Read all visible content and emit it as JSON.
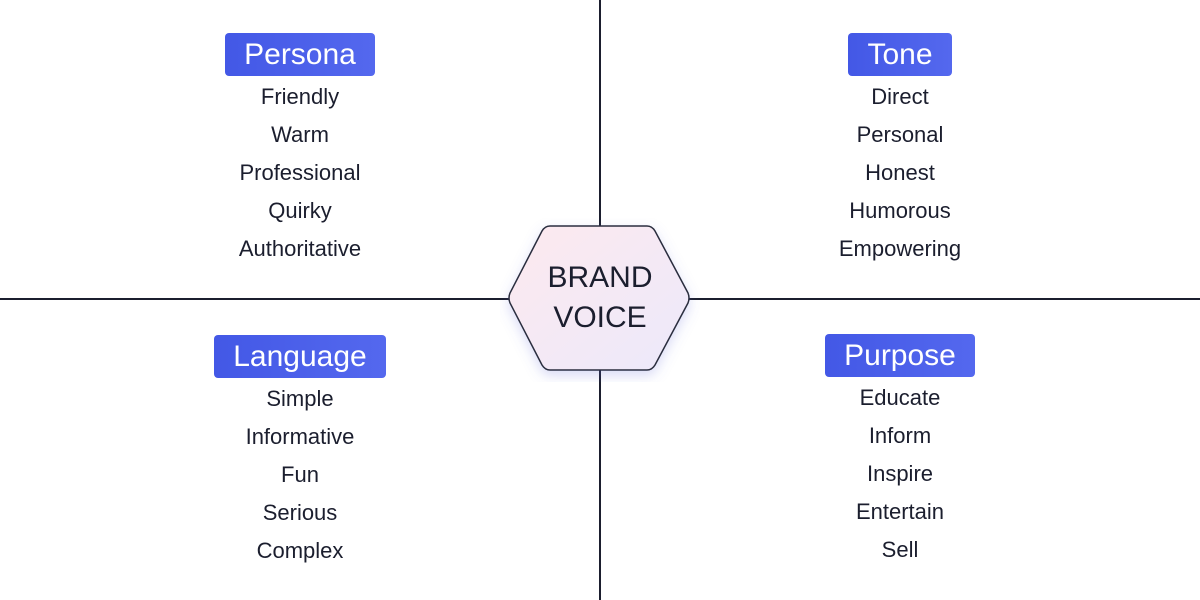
{
  "center": {
    "line1": "BRAND",
    "line2": "VOICE"
  },
  "quadrants": [
    {
      "title": "Persona",
      "items": [
        "Friendly",
        "Warm",
        "Professional",
        "Quirky",
        "Authoritative"
      ]
    },
    {
      "title": "Tone",
      "items": [
        "Direct",
        "Personal",
        "Honest",
        "Humorous",
        "Empowering"
      ]
    },
    {
      "title": "Language",
      "items": [
        "Simple",
        "Informative",
        "Fun",
        "Serious",
        "Complex"
      ]
    },
    {
      "title": "Purpose",
      "items": [
        "Educate",
        "Inform",
        "Inspire",
        "Entertain",
        "Sell"
      ]
    }
  ]
}
